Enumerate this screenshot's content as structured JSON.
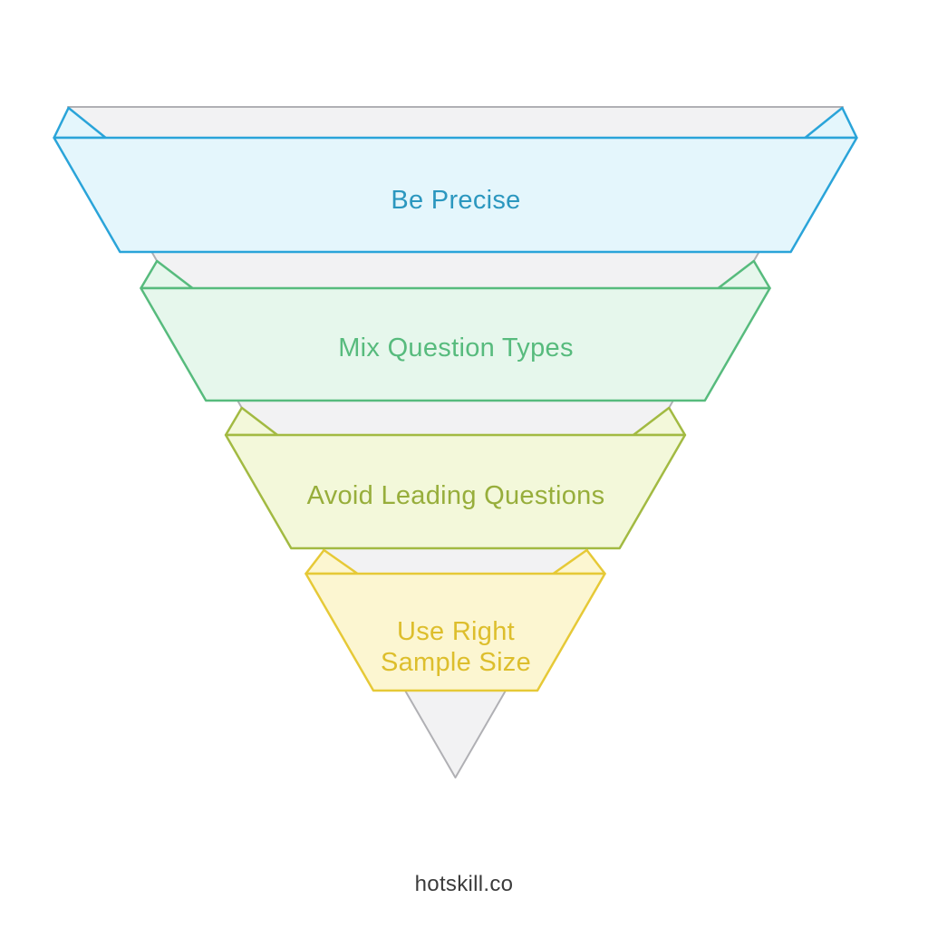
{
  "page": {
    "background": "#ffffff"
  },
  "funnel": {
    "fill": "#f2f2f3",
    "stroke": "#b0b0b4"
  },
  "bands": [
    {
      "label": "Be Precise",
      "fill": "#e4f6fc",
      "stroke": "#2aa4d9",
      "text_color": "#2b97bf"
    },
    {
      "label": "Mix Question Types",
      "fill": "#e6f7ec",
      "stroke": "#57bb7d",
      "text_color": "#57bb7d"
    },
    {
      "label": "Avoid Leading Questions",
      "fill": "#f3f8da",
      "stroke": "#a2ba42",
      "text_color": "#97ae3b"
    },
    {
      "label": "Use Right Sample Size",
      "label_lines": [
        "Use Right",
        "Sample Size"
      ],
      "fill": "#fcf6d1",
      "stroke": "#e6c937",
      "text_color": "#ddbe2c"
    }
  ],
  "footer": {
    "brand": "hotskill.co"
  }
}
